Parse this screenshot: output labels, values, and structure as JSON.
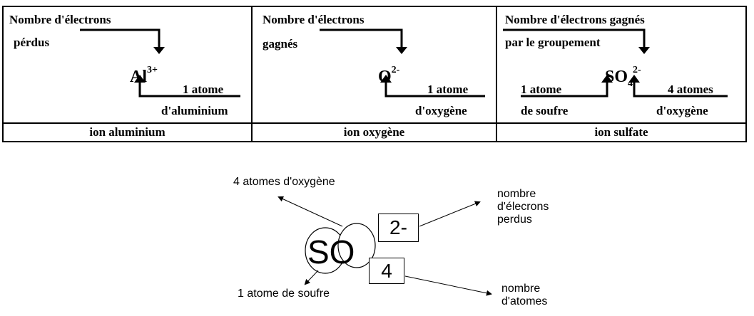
{
  "table": {
    "columns": [
      {
        "top_label": "Nombre d'électrons",
        "side_label": "pérdus",
        "formula": {
          "base": "Al",
          "sup": "3+"
        },
        "atom_count": "1 atome",
        "atom_name": "d'aluminium",
        "caption": "ion aluminium"
      },
      {
        "top_label": "Nombre d'électrons",
        "side_label": "gagnés",
        "formula": {
          "base": "O",
          "sup": "2-"
        },
        "atom_count": "1 atome",
        "atom_name": "d'oxygène",
        "caption": "ion oxygène"
      },
      {
        "top_label": "Nombre d'électrons gagnés",
        "side_label": "par le groupement",
        "formula": {
          "base": "SO",
          "sub": "4",
          "sup": "2-"
        },
        "left_count": "1 atome",
        "left_name": "de soufre",
        "right_count": "4 atomes",
        "right_name": "d'oxygène",
        "caption": "ion sulfate"
      }
    ]
  },
  "diagram": {
    "symbol": "SO",
    "charge_box": "2-",
    "index_box": "4",
    "labels": {
      "oxygen": "4 atomes d'oxygène",
      "sulfur": "1 atome de soufre",
      "electrons": [
        "nombre",
        "d'élecrons",
        "perdus"
      ],
      "atoms": [
        "nombre",
        "d'atomes"
      ]
    }
  }
}
